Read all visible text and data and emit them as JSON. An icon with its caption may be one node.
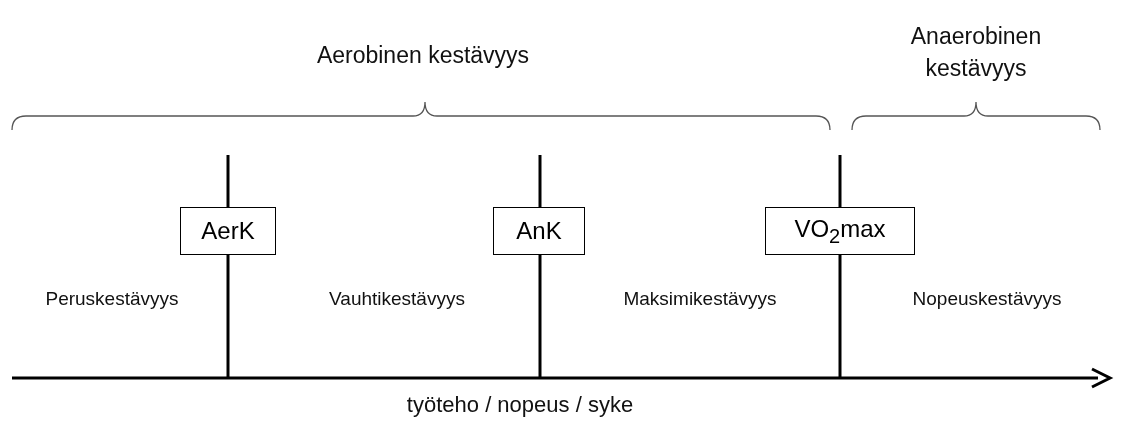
{
  "diagram": {
    "nodes": [
      {
        "text": [
          "AerK"
        ]
      },
      {
        "text": [
          "AnK"
        ]
      },
      {
        "text": [
          "VO$_{2}$max"
        ]
      }
    ],
    "labels": [
      "Aerobinen kestävyys",
      "Anaerobinen kestävyys",
      "Peruskestävyys",
      "Vauhtikestävyys",
      "Maksimikestävyys",
      "Nopeuskestävyys",
      "työteho / nopeus / syke"
    ]
  }
}
